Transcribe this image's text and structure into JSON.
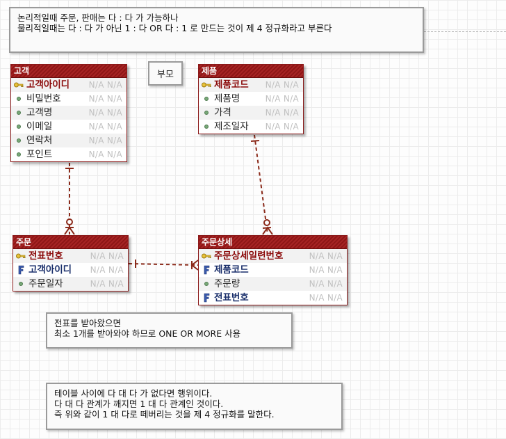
{
  "notes": {
    "top": [
      "논리적일때 주문, 판매는 다 : 다 가 가능하나",
      "물리적일때는 다 : 다 가 아닌 1 : 다 OR 다 : 1 로 만드는 것이 제 4 정규화라고 부른다"
    ],
    "parent": "부모",
    "middle": [
      "전표를 받아왔으면",
      "최소 1개를 받아와야 하므로 ONE OR MORE 사용"
    ],
    "bottom": [
      "테이블 사이에 다 대 다 가 없다면 행위이다.",
      "다 대 다 관계가 깨지면 1 대 다 관계인 것이다.",
      "즉 위와 같이 1 대 다로 떼버리는 것을 제 4 정규화를 말한다."
    ]
  },
  "null_marker": "N/A N/A",
  "entities": {
    "customer": {
      "title": "고객",
      "rows": [
        {
          "name": "고객아이디",
          "kind": "pk"
        },
        {
          "name": "비밀번호",
          "kind": "attr"
        },
        {
          "name": "고객명",
          "kind": "attr"
        },
        {
          "name": "이메일",
          "kind": "attr"
        },
        {
          "name": "연락처",
          "kind": "attr"
        },
        {
          "name": "포인트",
          "kind": "attr"
        }
      ]
    },
    "product": {
      "title": "제품",
      "rows": [
        {
          "name": "제품코드",
          "kind": "pk"
        },
        {
          "name": "제품명",
          "kind": "attr"
        },
        {
          "name": "가격",
          "kind": "attr"
        },
        {
          "name": "제조일자",
          "kind": "attr"
        }
      ]
    },
    "order": {
      "title": "주문",
      "rows": [
        {
          "name": "전표번호",
          "kind": "pk"
        },
        {
          "name": "고객아이디",
          "kind": "fk"
        },
        {
          "name": "주문일자",
          "kind": "attr"
        }
      ]
    },
    "order_detail": {
      "title": "주문상세",
      "rows": [
        {
          "name": "주문상세일련번호",
          "kind": "pk"
        },
        {
          "name": "제품코드",
          "kind": "fk"
        },
        {
          "name": "주문량",
          "kind": "attr"
        },
        {
          "name": "전표번호",
          "kind": "fk"
        }
      ]
    }
  },
  "colors": {
    "entity_header": "#9b1c1c",
    "relationship_line": "#8b2a1a",
    "pk_text": "#8b0a0a",
    "fk_text": "#1a2f6b"
  }
}
